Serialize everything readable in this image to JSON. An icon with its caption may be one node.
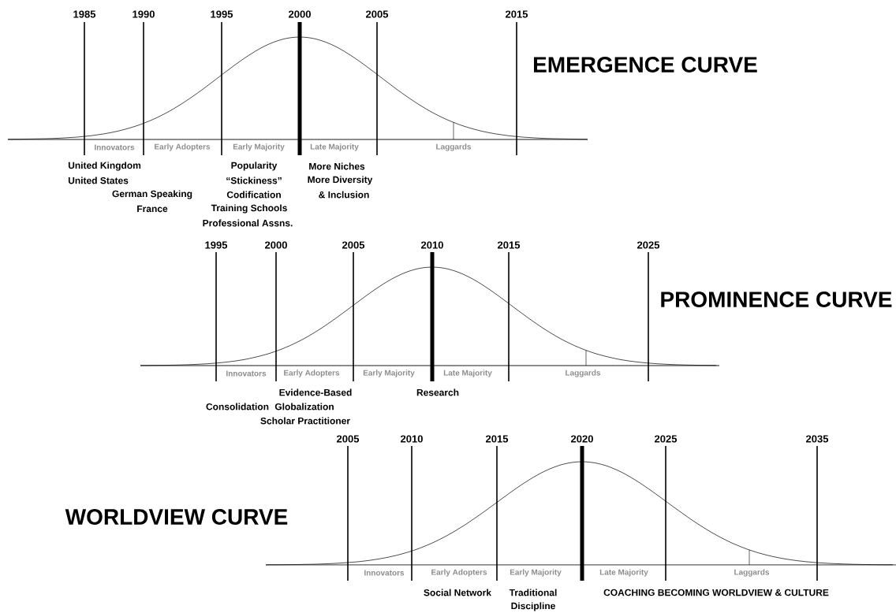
{
  "diagram": {
    "labels": [
      "1985",
      "1990",
      "1995",
      "2000",
      "2005",
      "2015",
      "EMERGENCE CURVE",
      "Innovators",
      "Early Adopters",
      "Early Majority",
      "Late Majority",
      "Laggards",
      "United Kingdom",
      "United States",
      "German Speaking",
      "France",
      "Popularity",
      "“Stickiness”",
      "Codification",
      "Training Schools",
      "Professional Assns.",
      "More Niches",
      "More Diversity",
      "& Inclusion",
      "1995",
      "2000",
      "2005",
      "2010",
      "2015",
      "2025",
      "PROMINENCE CURVE",
      "Innovators",
      "Early Adopters",
      "Early Majority",
      "Late Majority",
      "Laggards",
      "Evidence-Based",
      "Research",
      "Consolidation",
      "Globalization",
      "Scholar Practitioner",
      "2005",
      "2010",
      "2015",
      "2020",
      "2025",
      "2035",
      "WORLDVIEW CURVE",
      "Innovators",
      "Early Adopters",
      "Early Majority",
      "Late Majority",
      "Laggards",
      "Social Network",
      "Traditional",
      "Discipline",
      "COACHING BECOMING WORLDVIEW & CULTURE"
    ]
  }
}
